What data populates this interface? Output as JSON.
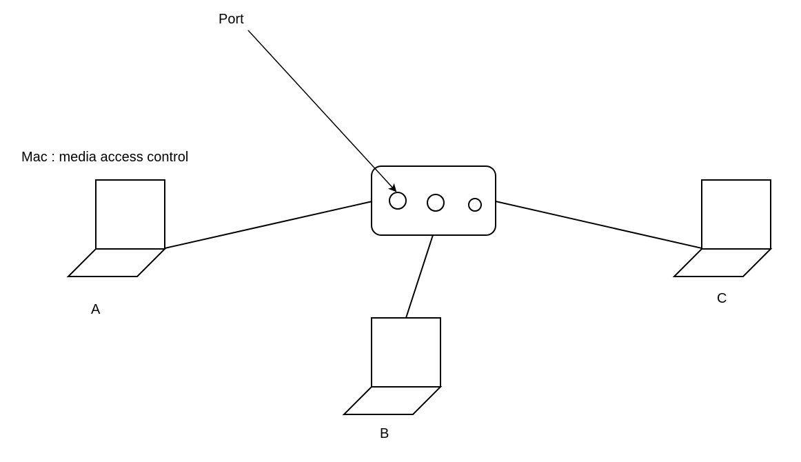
{
  "labels": {
    "port": "Port",
    "mac": "Mac : media access control",
    "computer_a": "A",
    "computer_b": "B",
    "computer_c": "C"
  },
  "colors": {
    "stroke": "#000000",
    "background": "#ffffff"
  },
  "icons": {
    "computer": "laptop-icon",
    "switch": "switch-icon",
    "port": "port-icon"
  }
}
